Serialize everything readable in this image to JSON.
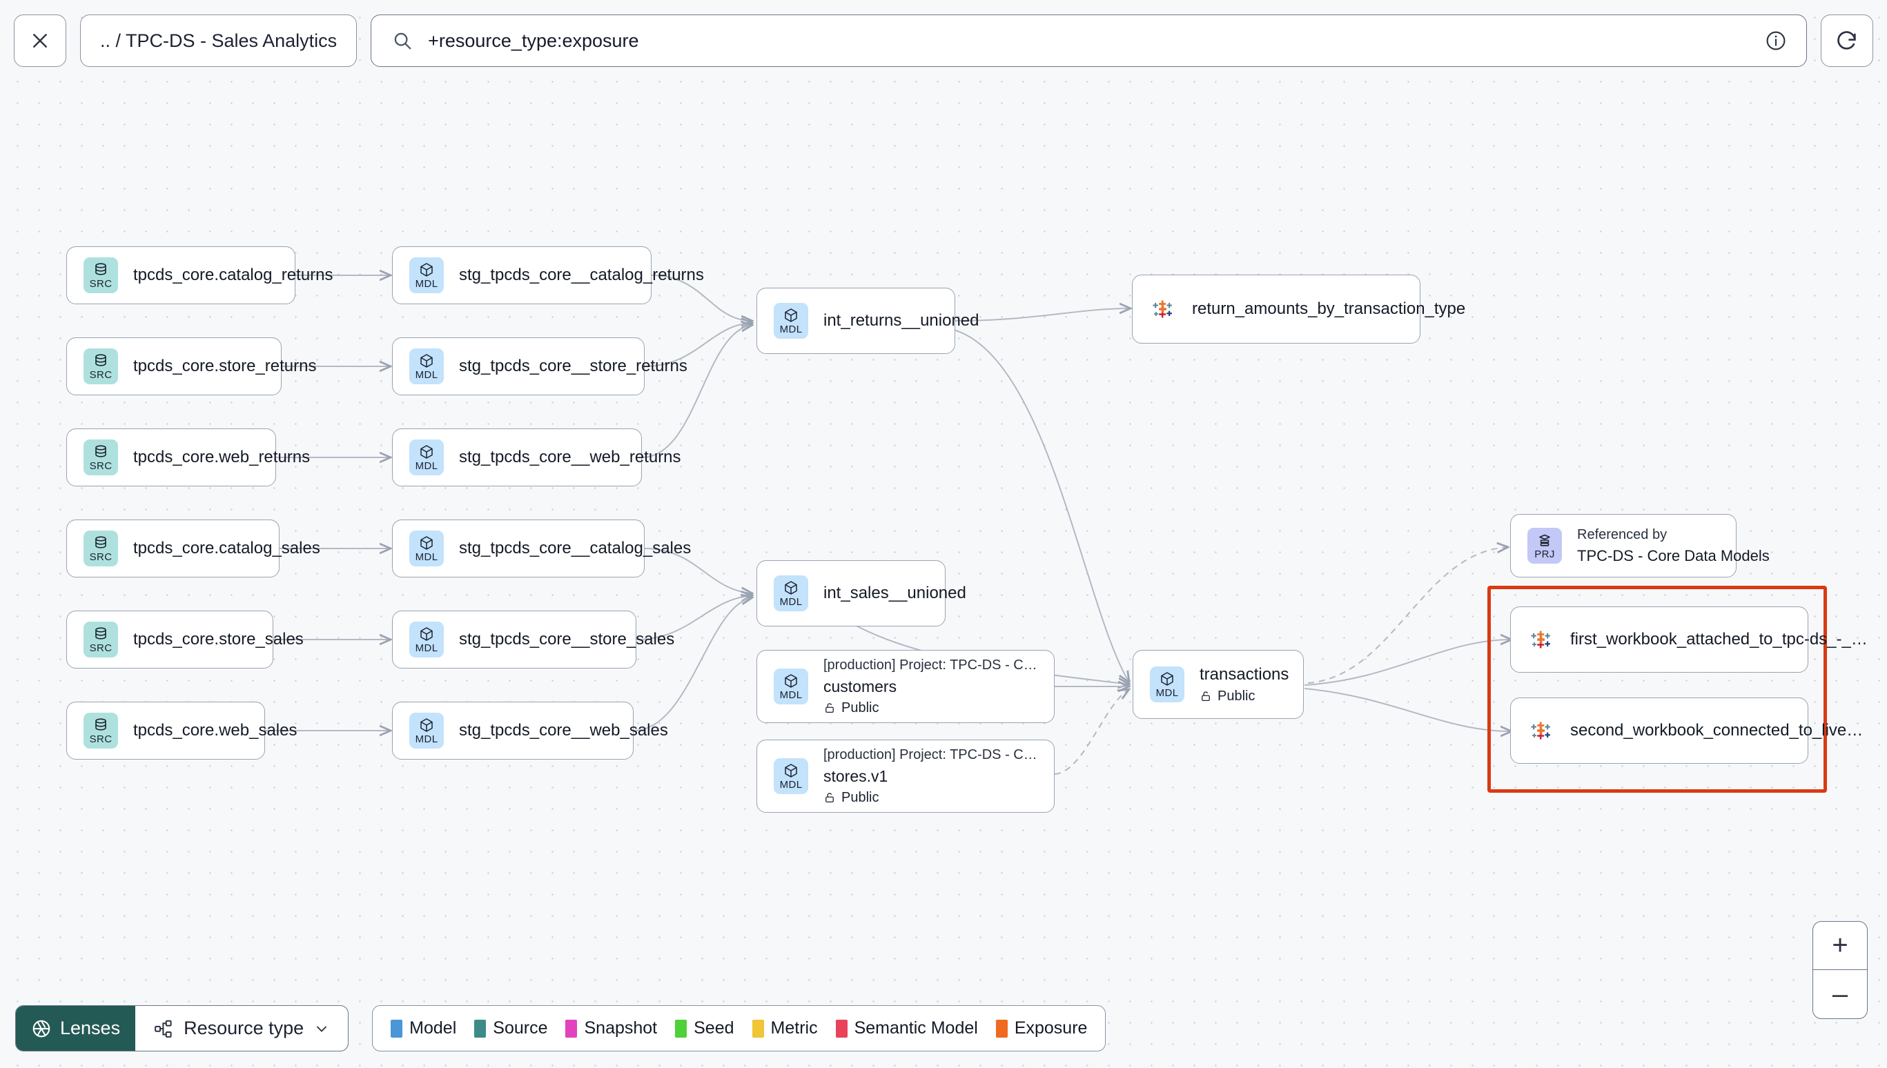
{
  "header": {
    "close_icon": "close-icon",
    "breadcrumb": ".. / TPC-DS - Sales Analytics",
    "search": {
      "value": "+resource_type:exposure",
      "icon": "search-icon",
      "info_icon": "info-icon"
    },
    "refresh_icon": "refresh-icon"
  },
  "graph": {
    "sources": [
      {
        "badge": "SRC",
        "label": "tpcds_core.catalog_returns"
      },
      {
        "badge": "SRC",
        "label": "tpcds_core.store_returns"
      },
      {
        "badge": "SRC",
        "label": "tpcds_core.web_returns"
      },
      {
        "badge": "SRC",
        "label": "tpcds_core.catalog_sales"
      },
      {
        "badge": "SRC",
        "label": "tpcds_core.store_sales"
      },
      {
        "badge": "SRC",
        "label": "tpcds_core.web_sales"
      }
    ],
    "staging": [
      {
        "badge": "MDL",
        "label": "stg_tpcds_core__catalog_returns"
      },
      {
        "badge": "MDL",
        "label": "stg_tpcds_core__store_returns"
      },
      {
        "badge": "MDL",
        "label": "stg_tpcds_core__web_returns"
      },
      {
        "badge": "MDL",
        "label": "stg_tpcds_core__catalog_sales"
      },
      {
        "badge": "MDL",
        "label": "stg_tpcds_core__store_sales"
      },
      {
        "badge": "MDL",
        "label": "stg_tpcds_core__web_sales"
      }
    ],
    "intermediate": [
      {
        "badge": "MDL",
        "label": "int_returns__unioned"
      },
      {
        "badge": "MDL",
        "label": "int_sales__unioned"
      }
    ],
    "projects_models": [
      {
        "badge": "MDL",
        "project": "[production] Project: TPC-DS - Core Data Mo…",
        "label": "customers",
        "access": "Public",
        "access_icon": "unlock-icon"
      },
      {
        "badge": "MDL",
        "project": "[production] Project: TPC-DS - Core Data Mo…",
        "label": "stores.v1",
        "access": "Public",
        "access_icon": "unlock-icon"
      }
    ],
    "transactions": {
      "badge": "MDL",
      "label": "transactions",
      "access": "Public",
      "access_icon": "unlock-icon"
    },
    "referenced_by": {
      "badge": "PRJ",
      "caption": "Referenced by",
      "label": "TPC-DS - Core Data Models"
    },
    "exposures": [
      {
        "icon": "tableau-icon",
        "label": "return_amounts_by_transaction_type"
      },
      {
        "icon": "tableau-icon",
        "label": "first_workbook_attached_to_tpc-ds_-_…"
      },
      {
        "icon": "tableau-icon",
        "label": "second_workbook_connected_to_live…"
      }
    ]
  },
  "zoom_controls": {
    "zoom_in": "+",
    "zoom_out": "–"
  },
  "bottom": {
    "lenses_label": "Lenses",
    "lenses_icon": "aperture-icon",
    "resource_type_label": "Resource type",
    "resource_type_icon": "nodes-icon",
    "chevron_icon": "chevron-down-icon",
    "legend": [
      {
        "label": "Model",
        "color": "#4a96d9"
      },
      {
        "label": "Source",
        "color": "#3d8b87"
      },
      {
        "label": "Snapshot",
        "color": "#e242bd"
      },
      {
        "label": "Seed",
        "color": "#4fd138"
      },
      {
        "label": "Metric",
        "color": "#f0c536"
      },
      {
        "label": "Semantic Model",
        "color": "#e8435a"
      },
      {
        "label": "Exposure",
        "color": "#ef6a20"
      }
    ]
  }
}
